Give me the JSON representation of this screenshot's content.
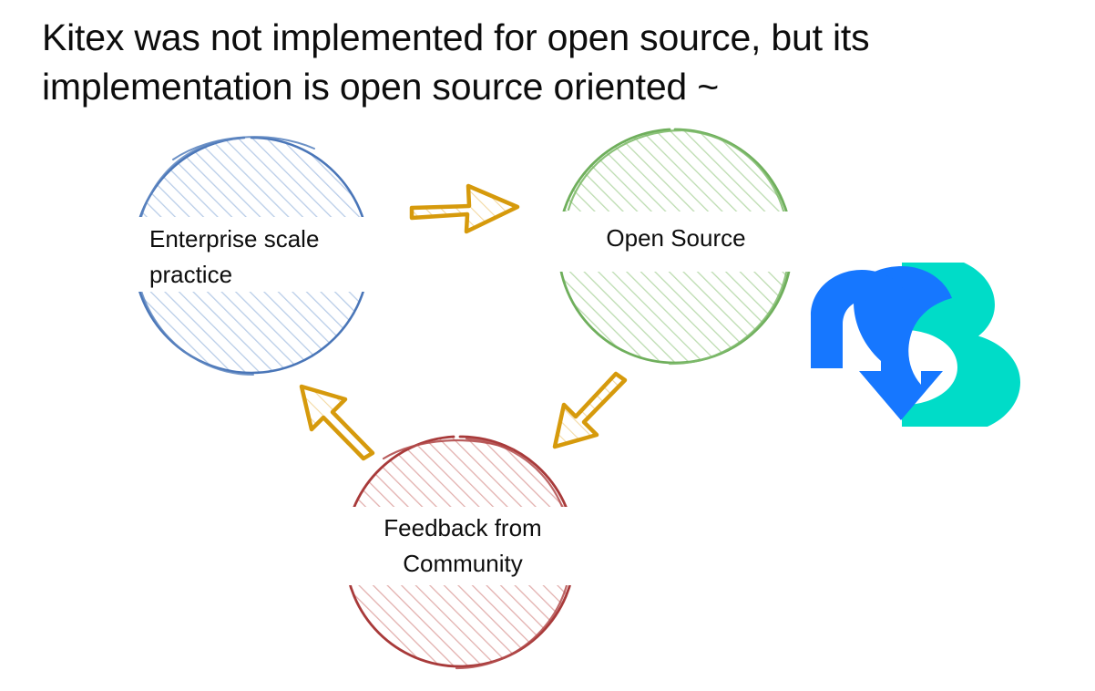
{
  "slide": {
    "title": "Kitex was not implemented for open source, but its implementation is open source oriented ~",
    "background_color": "#ffffff"
  },
  "diagram": {
    "type": "cycle",
    "nodes": [
      {
        "id": "enterprise-scale-practice",
        "label": "Enterprise scale practice",
        "shape": "hand-drawn-circle",
        "stroke_color": "#4a76b8",
        "fill_pattern": "diagonal-hatch",
        "fill_color": "#c4d5ec",
        "position": "left"
      },
      {
        "id": "open-source",
        "label": "Open Source",
        "shape": "hand-drawn-circle",
        "stroke_color": "#6faf5c",
        "fill_pattern": "diagonal-hatch",
        "fill_color": "#b9d8ad",
        "position": "top-right"
      },
      {
        "id": "feedback-from-community",
        "label": "Feedback from Community",
        "shape": "hand-drawn-circle",
        "stroke_color": "#a83a3a",
        "fill_pattern": "diagonal-hatch",
        "fill_color": "#dfa8a8",
        "position": "bottom"
      }
    ],
    "arrows": [
      {
        "id": "arrow-practice-to-open-source",
        "from": "enterprise-scale-practice",
        "to": "open-source",
        "direction": "right",
        "color": "#d69a0c"
      },
      {
        "id": "arrow-open-source-to-feedback",
        "from": "open-source",
        "to": "feedback-from-community",
        "direction": "down-left",
        "color": "#d69a0c"
      },
      {
        "id": "arrow-feedback-to-practice",
        "from": "feedback-from-community",
        "to": "enterprise-scale-practice",
        "direction": "up-left",
        "color": "#d69a0c"
      }
    ]
  },
  "logo": {
    "name": "cloud-arrow-logo",
    "arrow_color": "#1677ff",
    "cloud_color": "#00dcc8"
  }
}
